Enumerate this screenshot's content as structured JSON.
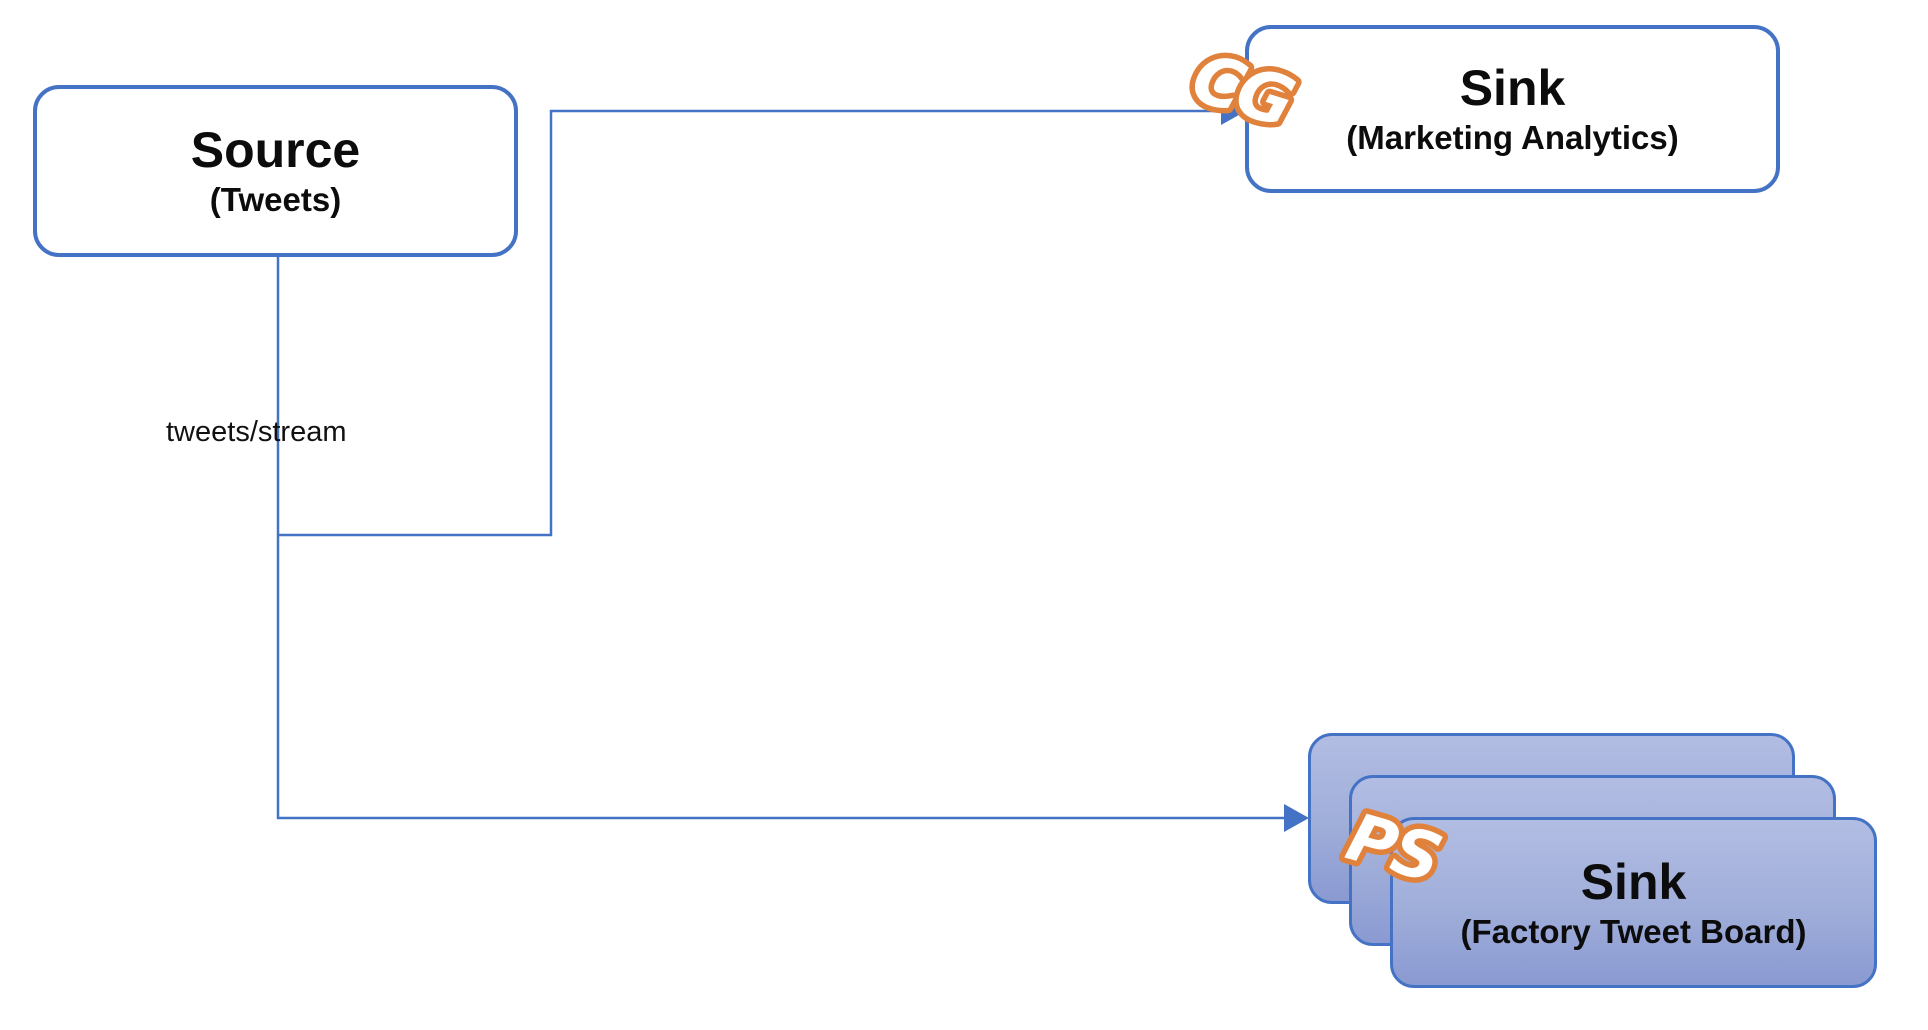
{
  "diagram": {
    "nodes": {
      "source": {
        "title": "Source",
        "subtitle": "(Tweets)"
      },
      "sink_marketing": {
        "title": "Sink",
        "subtitle": "(Marketing Analytics)",
        "logo_text": "CG",
        "logo_name": "cg-logo"
      },
      "sink_factory": {
        "title": "Sink",
        "subtitle": "(Factory Tweet Board)",
        "logo_text": "PS",
        "logo_name": "ps-logo"
      }
    },
    "edges": {
      "stream_label": "tweets/stream"
    },
    "colors": {
      "node_border_blue": "#4472C4",
      "connector_blue": "#4472C4",
      "logo_orange": "#E0813C",
      "stack_fill_top": "#b2bde3",
      "stack_fill_bottom": "#8a9ad2",
      "text_black": "#0c0c0c",
      "background": "#ffffff"
    }
  }
}
